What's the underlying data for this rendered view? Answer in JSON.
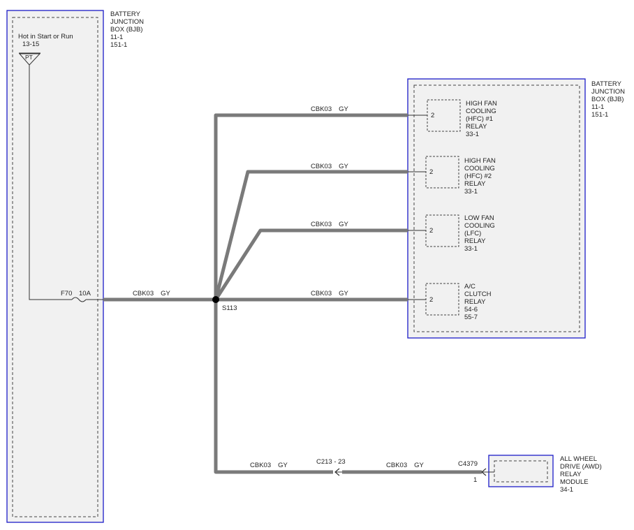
{
  "bjb_left": {
    "title_lines": [
      "BATTERY",
      "JUNCTION",
      "BOX (BJB)",
      "11-1",
      "151-1"
    ],
    "hot_label": "Hot in Start or Run",
    "hot_ref": "13-15",
    "connector": "PT",
    "fuse_id": "F70",
    "fuse_rating": "10A"
  },
  "bjb_right": {
    "title_lines": [
      "BATTERY",
      "JUNCTION",
      "BOX (BJB)",
      "11-1",
      "151-1"
    ],
    "relays": [
      {
        "pin": "2",
        "lines": [
          "HIGH FAN",
          "COOLING",
          "(HFC) #1",
          "RELAY",
          "33-1"
        ]
      },
      {
        "pin": "2",
        "lines": [
          "HIGH FAN",
          "COOLING",
          "(HFC) #2",
          "RELAY",
          "33-1"
        ]
      },
      {
        "pin": "2",
        "lines": [
          "LOW FAN",
          "COOLING",
          "(LFC)",
          "RELAY",
          "33-1"
        ]
      },
      {
        "pin": "2",
        "lines": [
          "A/C",
          "CLUTCH",
          "RELAY",
          "54-6",
          "55-7"
        ]
      }
    ]
  },
  "wires": {
    "main": {
      "circuit": "CBK03",
      "color": "GY"
    },
    "hfc1": {
      "circuit": "CBK03",
      "color": "GY"
    },
    "hfc2": {
      "circuit": "CBK03",
      "color": "GY"
    },
    "lfc": {
      "circuit": "CBK03",
      "color": "GY"
    },
    "ac": {
      "circuit": "CBK03",
      "color": "GY"
    },
    "awd_a": {
      "circuit": "CBK03",
      "color": "GY"
    },
    "awd_b": {
      "circuit": "CBK03",
      "color": "GY"
    }
  },
  "splice": "S113",
  "inline_connector": "C213 - 23",
  "awd": {
    "connector": "C4379",
    "pin": "1",
    "lines": [
      "ALL WHEEL",
      "DRIVE (AWD)",
      "RELAY",
      "MODULE",
      "34-1"
    ]
  }
}
